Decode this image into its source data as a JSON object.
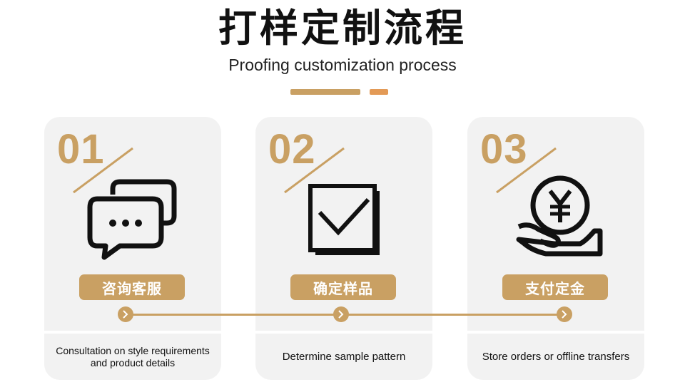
{
  "header": {
    "title": "打样定制流程",
    "subtitle": "Proofing customization process"
  },
  "colors": {
    "accent": "#c9a063",
    "accent_alt": "#e39a56",
    "card_bg": "#f2f2f2"
  },
  "steps": [
    {
      "number": "01",
      "icon": "chat-bubbles-icon",
      "label": "咨询客服",
      "description": "Consultation on style requirements and product details"
    },
    {
      "number": "02",
      "icon": "checkbox-check-icon",
      "label": "确定样品",
      "description": "Determine sample pattern"
    },
    {
      "number": "03",
      "icon": "yen-coin-hand-icon",
      "label": "支付定金",
      "description": "Store orders or offline transfers"
    }
  ],
  "timeline": {
    "arrow_icon": "chevron-right-icon"
  }
}
